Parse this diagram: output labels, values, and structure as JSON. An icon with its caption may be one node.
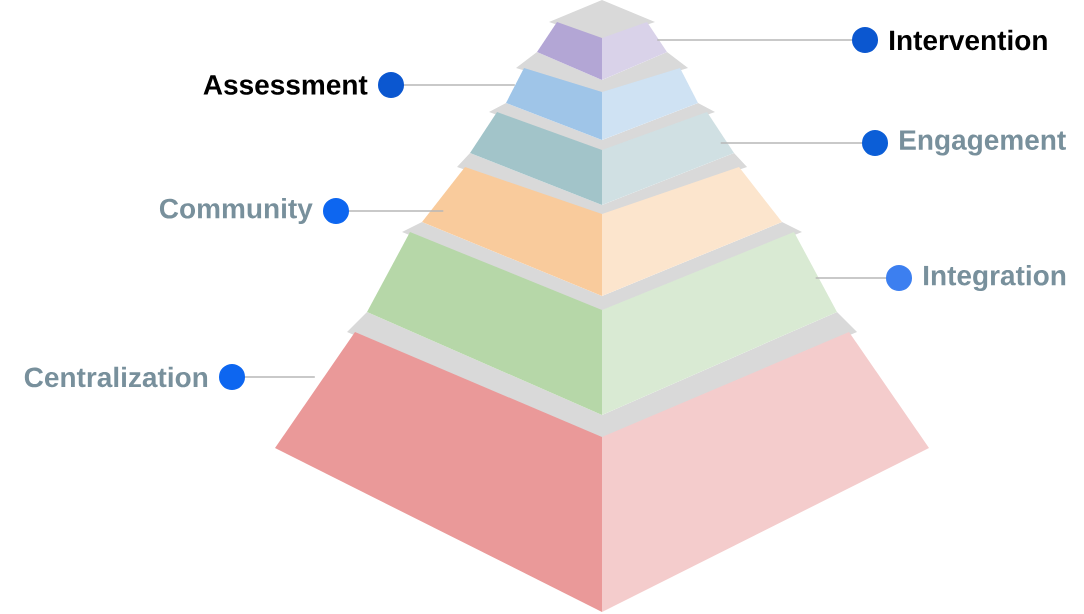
{
  "diagram": {
    "nodes": [
      {
        "text": [],
        "shape": "trapezoid"
      },
      {
        "text": [],
        "shape": "trapezoid"
      },
      {
        "text": [],
        "shape": "trapezoid"
      },
      {
        "text": [],
        "shape": "trapezoid"
      },
      {
        "text": [],
        "shape": "trapezoid"
      },
      {
        "text": [],
        "shape": "trapezoid"
      },
      {
        "text": [
          "Intervention"
        ]
      },
      {
        "text": [
          "Assessment"
        ]
      },
      {
        "text": [
          "Engagement"
        ]
      },
      {
        "text": [
          "Community"
        ]
      },
      {
        "text": [
          "Integration"
        ]
      },
      {
        "text": [
          "Centralization"
        ]
      }
    ],
    "edges": [
      {
        "from": 6,
        "to": 0,
        "arrow": "other"
      },
      {
        "from": 7,
        "to": 1,
        "arrow": "other"
      },
      {
        "from": 8,
        "to": 2,
        "arrow": "other"
      },
      {
        "from": 9,
        "to": 3,
        "arrow": "other"
      },
      {
        "from": 10,
        "to": 4,
        "arrow": "other"
      },
      {
        "from": 11,
        "to": 5,
        "arrow": "other"
      }
    ]
  }
}
